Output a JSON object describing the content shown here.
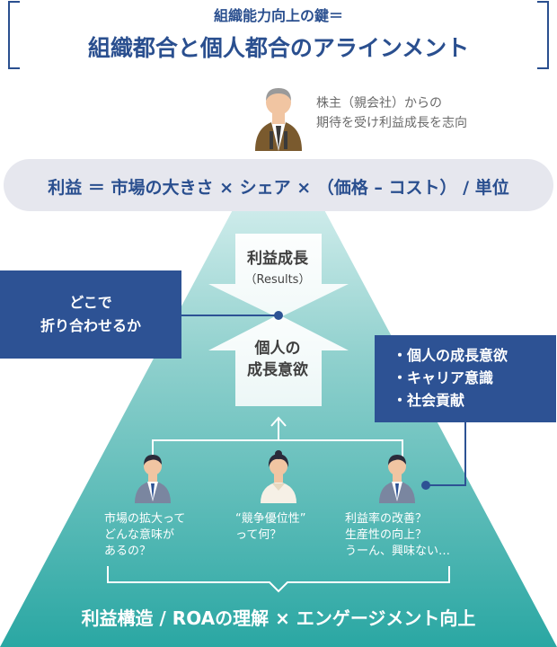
{
  "header": {
    "subtitle": "組織能力向上の鍵＝",
    "title": "組織都合と個人都合のアラインメント"
  },
  "shareholder": {
    "line1": "株主（親会社）からの",
    "line2": "期待を受け利益成長を志向"
  },
  "formula": "利益 ＝ 市場の大きさ × シェア × （価格 – コスト） / 単位",
  "down_arrow": {
    "title": "利益成長",
    "sub": "（Results）"
  },
  "up_arrow": {
    "line1": "個人の",
    "line2": "成長意欲"
  },
  "left_box": {
    "line1": "どこで",
    "line2": "折り合わせるか"
  },
  "right_box": {
    "items": [
      "・個人の成長意欲",
      "・キャリア意識",
      "・社会貢献"
    ]
  },
  "employees": [
    {
      "lines": [
        "市場の拡大って",
        "どんな意味が",
        "あるの？"
      ]
    },
    {
      "lines": [
        "“競争優位性”",
        "って何？"
      ]
    },
    {
      "lines": [
        "利益率の改善？",
        "生産性の向上？",
        "うーん、興味ない…"
      ]
    }
  ],
  "bottom_label": "利益構造 / ROAの理解 × エンゲージメント向上",
  "colors": {
    "navy": "#2d5294",
    "title_blue": "#2a4f8f",
    "band": "#e6e7ee",
    "teal_top": "#bfe3e1",
    "teal_bottom": "#2aa7a3"
  }
}
